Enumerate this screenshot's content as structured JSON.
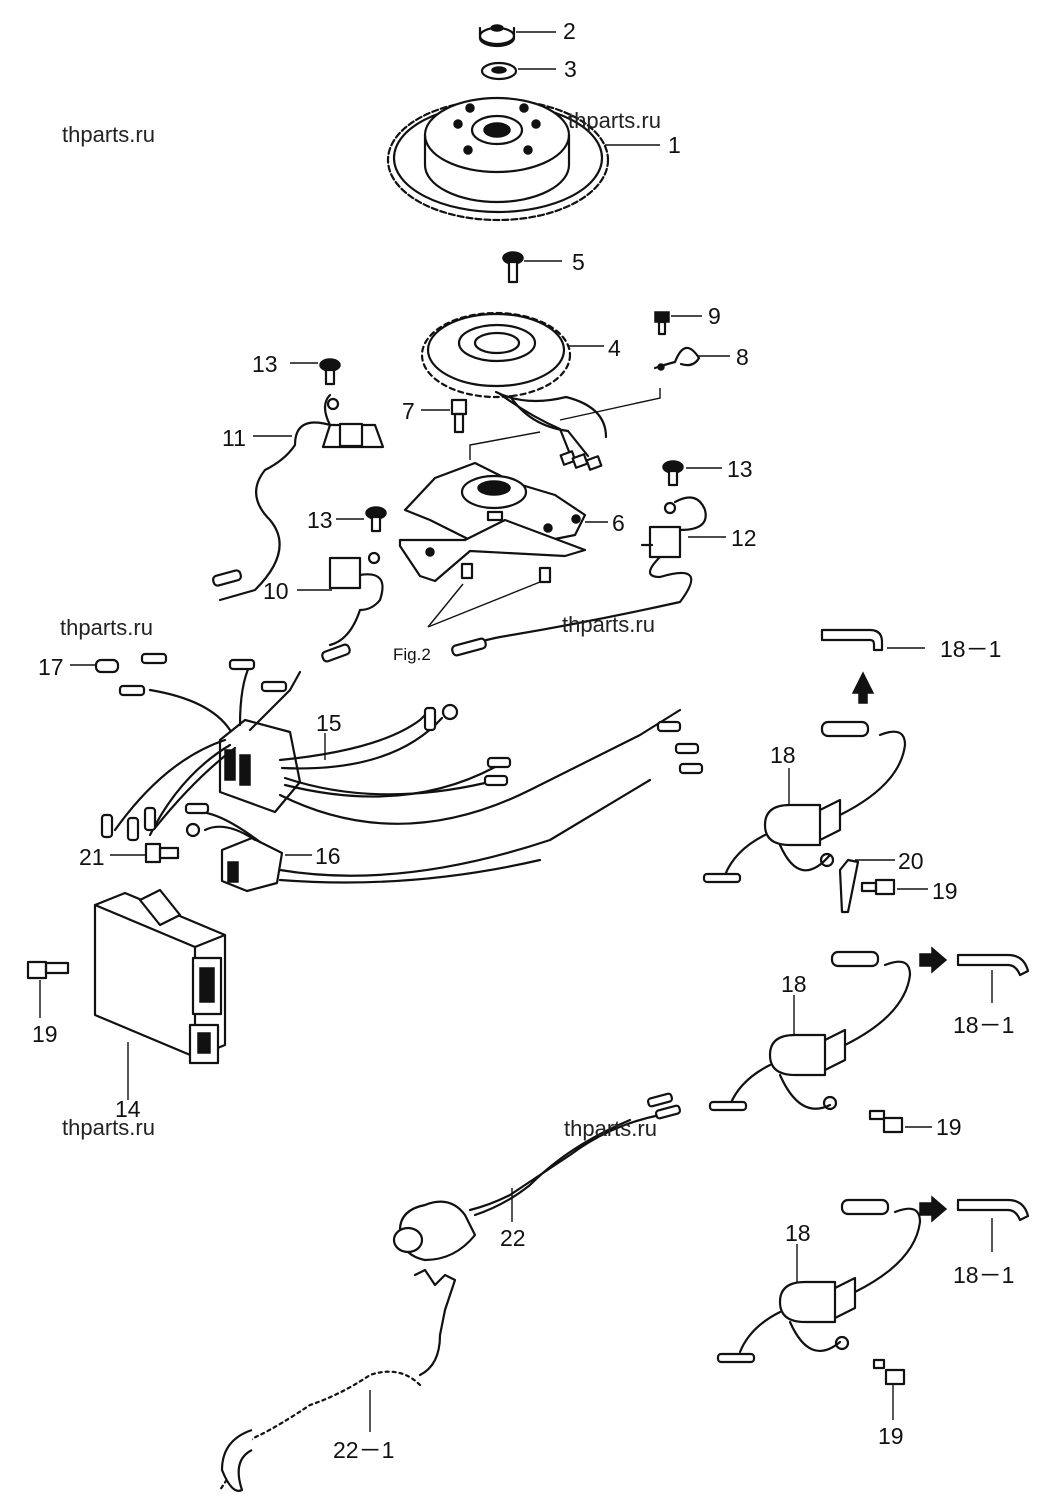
{
  "watermarks": [
    "thparts.ru",
    "thparts.ru",
    "thparts.ru",
    "thparts.ru",
    "thparts.ru",
    "thparts.ru"
  ],
  "callouts": {
    "p1": "1",
    "p2": "2",
    "p3": "3",
    "p4": "4",
    "p5": "5",
    "p6": "6",
    "p7": "7",
    "p8": "8",
    "p9": "9",
    "p10": "10",
    "p11": "11",
    "p12": "12",
    "p13a": "13",
    "p13b": "13",
    "p13c": "13",
    "p14": "14",
    "p15": "15",
    "p16": "16",
    "p17": "17",
    "p18a": "18",
    "p18b": "18",
    "p18c": "18",
    "p18_1a": "18－1",
    "p18_1b": "18－1",
    "p18_1c": "18－1",
    "p19a": "19",
    "p19b": "19",
    "p19c": "19",
    "p19d": "19",
    "p20": "20",
    "p21": "21",
    "p22": "22",
    "p22_1": "22－1",
    "fig2": "Fig.2"
  },
  "icons": [
    "flywheel-icon",
    "stator-icon",
    "pulser-coil-icon",
    "ignition-coil-icon",
    "cdi-unit-icon",
    "kill-switch-icon",
    "lanyard-icon",
    "bolt-icon",
    "arrow-icon"
  ]
}
